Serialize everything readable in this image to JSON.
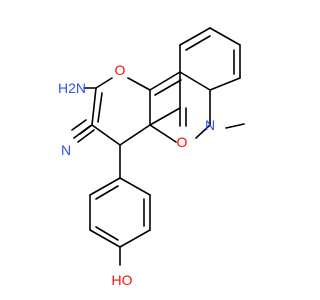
{
  "molecule": {
    "atoms": {
      "nh2": {
        "text": "H2N",
        "color": "#3050f8"
      },
      "o_ring": {
        "text": "O",
        "color": "#ff0d0d"
      },
      "n_nitrile": {
        "text": "N",
        "color": "#3050f8"
      },
      "n_ring": {
        "text": "N",
        "color": "#3050f8"
      },
      "o_carbonyl": {
        "text": "O",
        "color": "#ff0d0d"
      },
      "oh": {
        "text": "HO",
        "color": "#ff0d0d"
      }
    }
  }
}
